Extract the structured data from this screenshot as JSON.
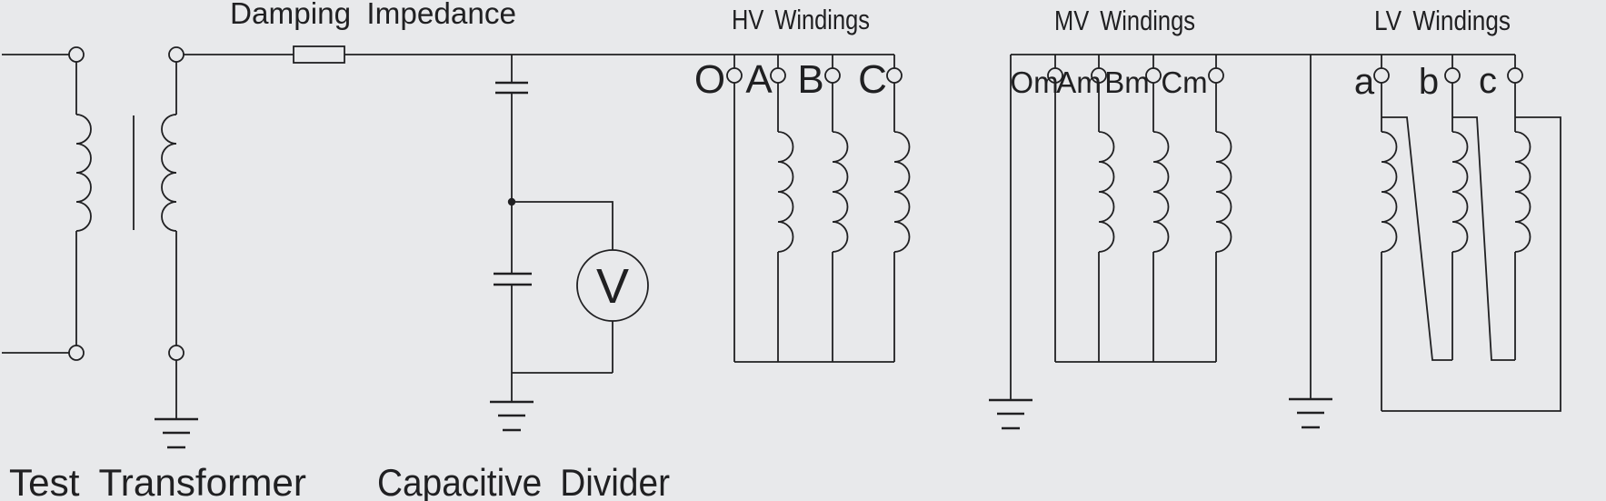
{
  "colors": {
    "background": "#e8e9eb",
    "ink": "#202022"
  },
  "sections": {
    "test_transformer": {
      "label": "Test Transformer"
    },
    "damping_impedance": {
      "label": "Damping Impedance"
    },
    "capacitive_divider": {
      "label": "Capacitive Divider",
      "voltmeter_label": "V"
    },
    "hv_windings": {
      "label": "HV Windings",
      "terminals": [
        "O",
        "A",
        "B",
        "C"
      ]
    },
    "mv_windings": {
      "label": "MV Windings",
      "terminals": [
        "Om",
        "Am",
        "Bm",
        "Cm"
      ]
    },
    "lv_windings": {
      "label": "LV Windings",
      "terminals": [
        "a",
        "b",
        "c"
      ]
    }
  }
}
